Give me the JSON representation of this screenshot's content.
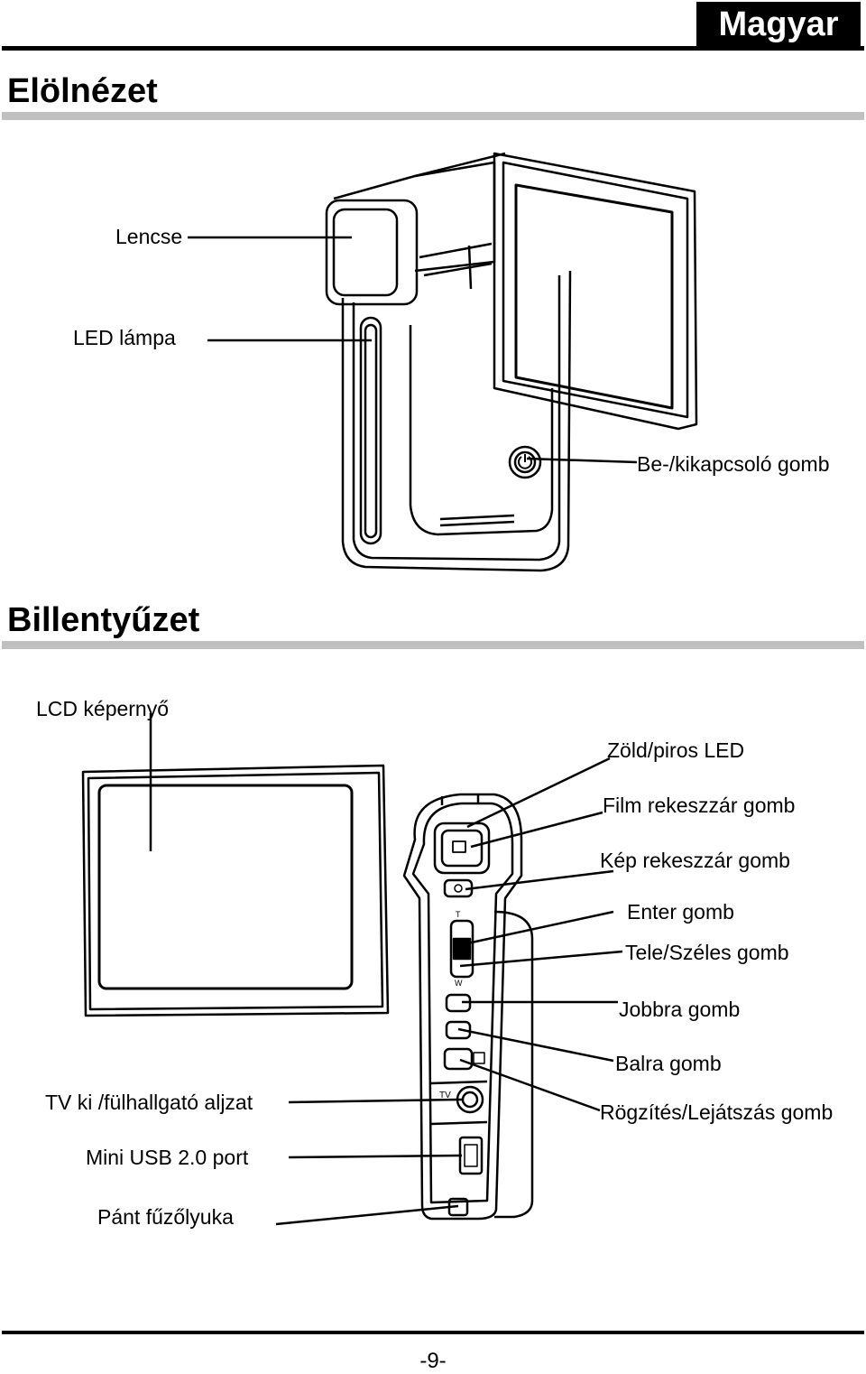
{
  "header": {
    "language": "Magyar"
  },
  "section_front": {
    "title": "Elölnézet",
    "labels": {
      "lens": "Lencse",
      "led_lamp": "LED  lámpa",
      "power": "Be-/kikapcsoló  gomb"
    }
  },
  "section_keys": {
    "title": "Billentyűzet",
    "labels": {
      "lcd": "LCD képernyő",
      "led": "Zöld/piros LED",
      "film_shutter": "Film rekeszzár gomb",
      "photo_shutter": "Kép rekeszzár gomb",
      "enter": "Enter gomb",
      "tele_wide": "Tele/Széles gomb",
      "right": "Jobbra gomb",
      "left": "Balra gomb",
      "record_play": "Rögzítés/Lejátszás gomb",
      "tv_out": "TV ki /fülhallgató aljzat",
      "mini_usb": "Mini USB 2.0 port",
      "strap": "Pánt fűzőlyuka"
    }
  },
  "footer": {
    "page": "-9-"
  }
}
